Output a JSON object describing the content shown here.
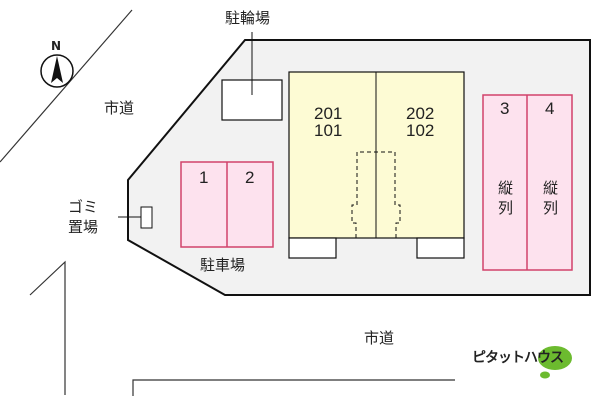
{
  "labels": {
    "bicycle_parking": "駐輪場",
    "road_north": "市道",
    "road_south": "市道",
    "garbage": [
      "ゴミ",
      "置場"
    ],
    "car_parking": "駐車場",
    "compass": "N"
  },
  "building": {
    "units_left": [
      "201",
      "101"
    ],
    "units_right": [
      "202",
      "102"
    ]
  },
  "parking_spaces": [
    {
      "number": "1"
    },
    {
      "number": "2"
    },
    {
      "number": "3",
      "type": "縦列"
    },
    {
      "number": "4",
      "type": "縦列"
    }
  ],
  "logo": {
    "text": "ピタットハウス",
    "color": "#6cbb2f"
  },
  "colors": {
    "site": "#f2f2f2",
    "building": "#fdfbd4",
    "parking_fill": "#fde2ee",
    "parking_border": "#d1436b"
  }
}
